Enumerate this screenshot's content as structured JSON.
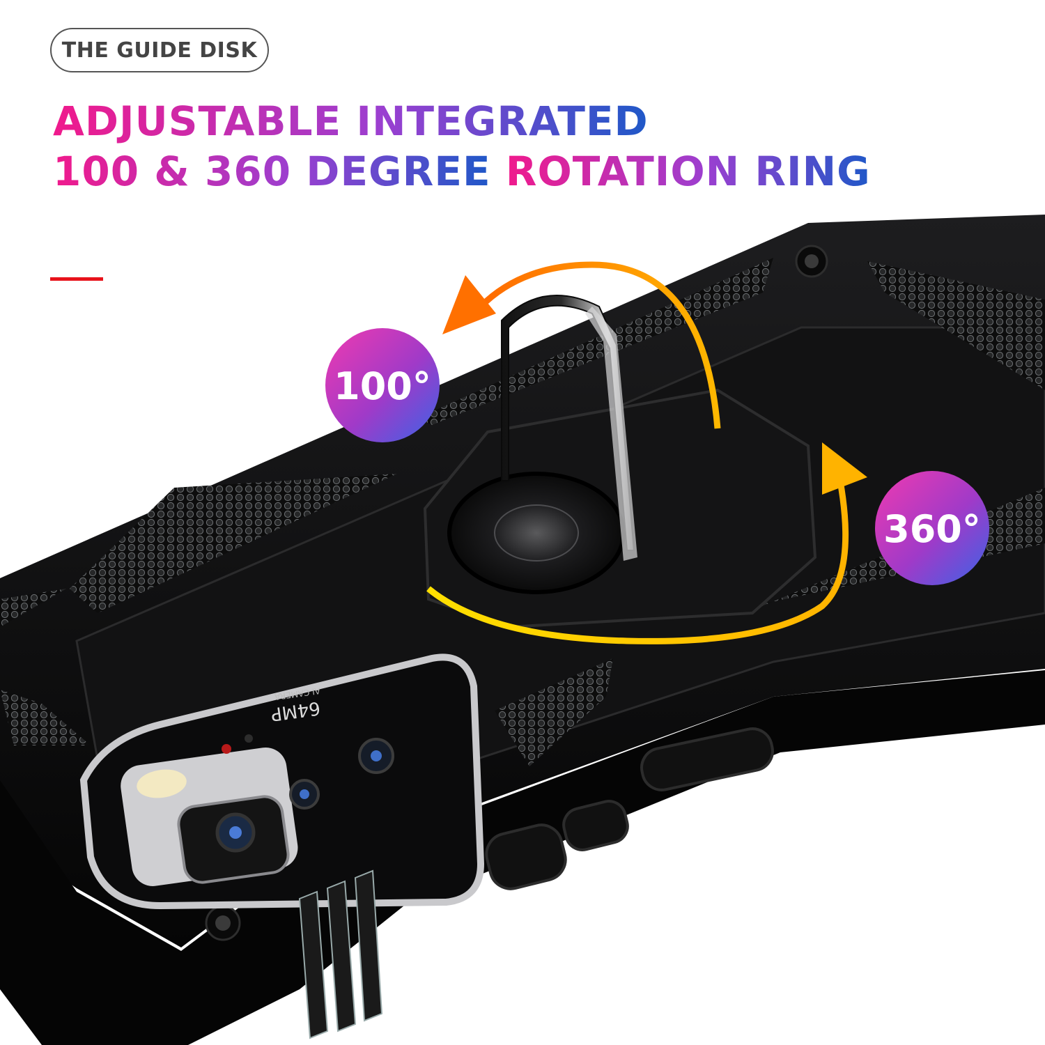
{
  "tag": "THE GUIDE DISK",
  "headline": {
    "line1": "ADJUSTABLE INTEGRATED",
    "line2": "100 & 360 DEGREE",
    "line3": "ROTATION RING"
  },
  "badges": {
    "small_angle": "100°",
    "full_angle": "360°"
  },
  "camera_print": {
    "megapixels": "64MP",
    "label": "AI CAMERA"
  },
  "colors": {
    "headline_gradient_start": "#f01a8c",
    "headline_gradient_mid": "#9b3fd0",
    "headline_gradient_end": "#1f58c8",
    "accent_bar": "#e8131b",
    "arrow_orange": "#ff7a00",
    "arrow_yellow": "#ffd200",
    "badge_pink": "#f03ab0",
    "badge_blue": "#3a64e6",
    "case_black": "#0b0b0c"
  }
}
